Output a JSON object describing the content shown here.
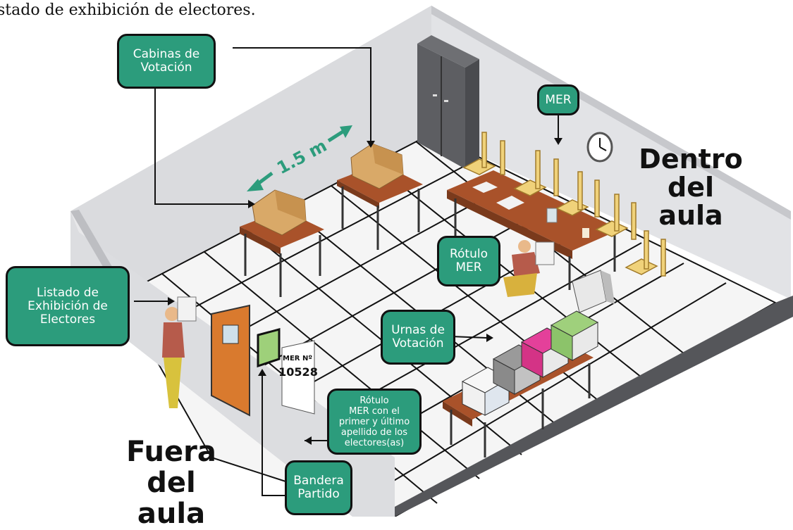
{
  "caption": "stado de exhibición de electores.",
  "labels": {
    "cabinas": [
      "Cabinas de",
      "Votación"
    ],
    "mer": "MER",
    "distance": "1.5 m",
    "dentro": [
      "Dentro",
      "del aula"
    ],
    "rotulo_mer": [
      "Rótulo",
      "MER"
    ],
    "listado": [
      "Listado de",
      "Exhibición de",
      "Electores"
    ],
    "urnas": [
      "Urnas de",
      "Votación"
    ],
    "rotulo_apellidos": [
      "Rótulo",
      "MER con el",
      "primer y último",
      "apellido de los",
      "electores(as)"
    ],
    "fuera": [
      "Fuera del",
      "aula"
    ],
    "bandera": [
      "Bandera",
      "Partido"
    ],
    "poster_mer": "MER Nº",
    "poster_number": "10528"
  },
  "colors": {
    "callout": "#2c9c7c",
    "wall": "#d9d9dc",
    "floor": "#f4f4f4",
    "table": "#a9522a",
    "chair": "#f0d27a",
    "door": "#d97a2e"
  }
}
